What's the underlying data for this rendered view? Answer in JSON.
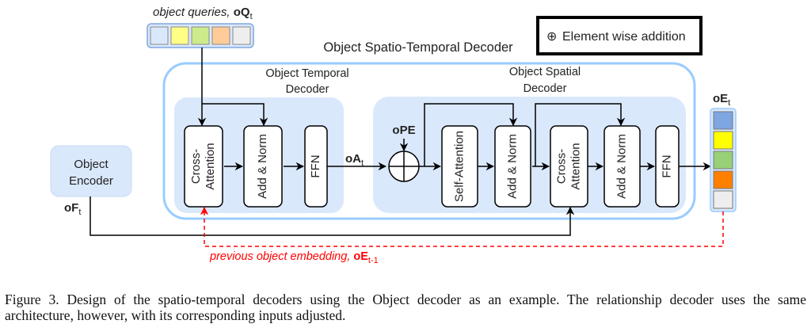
{
  "diagram": {
    "object_queries_label": "object queries, ",
    "object_queries_symbol": "oQ",
    "object_queries_sub": "t",
    "legend_symbol": "⊕",
    "legend_text": "Element wise addition",
    "outer_title": "Object Spatio-Temporal Decoder",
    "temporal_title_1": "Object Temporal",
    "temporal_title_2": "Decoder",
    "spatial_title_1": "Object Spatial",
    "spatial_title_2": "Decoder",
    "encoder_label_1": "Object",
    "encoder_label_2": "Encoder",
    "oF_symbol": "oF",
    "oF_sub": "t",
    "oA_symbol": "oA",
    "oA_sub": "t",
    "oPE_label": "oPE",
    "oE_symbol": "oE",
    "oE_sub": "t",
    "prev_label": "previous object embedding, ",
    "prev_symbol": "oE",
    "prev_sub": "t-1",
    "temporal_blocks": [
      {
        "line1": "Cross-",
        "line2": "Attention"
      },
      {
        "line1": "Add & Norm",
        "line2": ""
      },
      {
        "line1": "FFN",
        "line2": ""
      }
    ],
    "spatial_blocks": [
      {
        "line1": "Self-Attention",
        "line2": ""
      },
      {
        "line1": "Add & Norm",
        "line2": ""
      },
      {
        "line1": "Cross-",
        "line2": "Attention"
      },
      {
        "line1": "Add & Norm",
        "line2": ""
      },
      {
        "line1": "FFN",
        "line2": ""
      }
    ],
    "query_colors": [
      "#dae8fc",
      "#ffff88",
      "#cdeb8b",
      "#ffcc99",
      "#eeeeee"
    ],
    "output_colors": [
      "#7ea6e0",
      "#ffff00",
      "#97d077",
      "#ff8000",
      "#eeeeee"
    ],
    "colors": {
      "container_border": "#99ccff",
      "panel_fill": "#dae8fc",
      "feedback_red": "#ff0000"
    }
  },
  "caption": {
    "line1": "Figure 3.  Design of the spatio-temporal decoders using the Object decoder as an example.  The relationship decoder uses the same",
    "line2": "architecture, however, with its corresponding inputs adjusted."
  }
}
